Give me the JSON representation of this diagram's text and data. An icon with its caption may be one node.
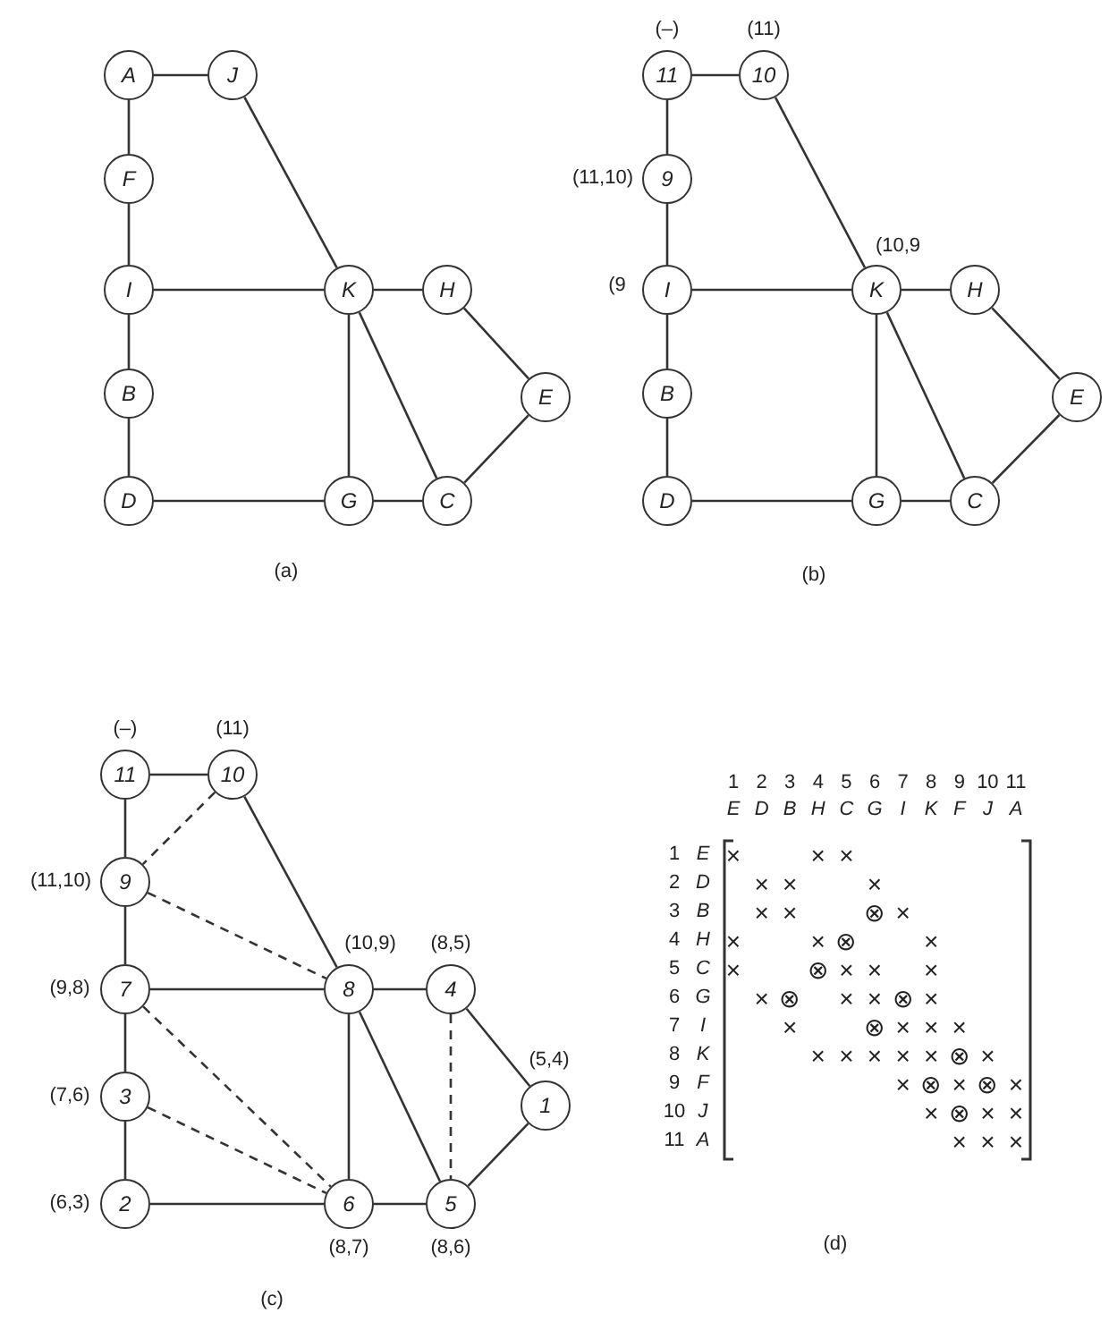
{
  "diagram": {
    "nodes": [
      {
        "text": [
          "A"
        ]
      },
      {
        "text": [
          "J"
        ]
      },
      {
        "text": [
          "F"
        ]
      },
      {
        "text": [
          "I"
        ]
      },
      {
        "text": [
          "K"
        ]
      },
      {
        "text": [
          "H"
        ]
      },
      {
        "text": [
          "B"
        ]
      },
      {
        "text": [
          "E"
        ]
      },
      {
        "text": [
          "D"
        ]
      },
      {
        "text": [
          "G"
        ]
      },
      {
        "text": [
          "C"
        ]
      },
      {
        "text": [
          "11"
        ],
        "beside": [
          "(–)"
        ]
      },
      {
        "text": [
          "10"
        ],
        "beside": [
          "(11)"
        ]
      },
      {
        "text": [
          "9"
        ],
        "beside": [
          "(11,10)"
        ]
      },
      {
        "text": [
          "I"
        ],
        "beside": [
          "(9"
        ]
      },
      {
        "text": [
          "K"
        ],
        "beside": [
          "(10,9"
        ]
      },
      {
        "text": [
          "H"
        ]
      },
      {
        "text": [
          "B"
        ]
      },
      {
        "text": [
          "E"
        ]
      },
      {
        "text": [
          "D"
        ]
      },
      {
        "text": [
          "G"
        ]
      },
      {
        "text": [
          "C"
        ]
      },
      {
        "text": [
          "11"
        ],
        "beside": [
          "(–)"
        ]
      },
      {
        "text": [
          "10"
        ],
        "beside": [
          "(11)"
        ]
      },
      {
        "text": [
          "9"
        ],
        "beside": [
          "(11,10)"
        ]
      },
      {
        "text": [
          "7"
        ],
        "beside": [
          "(9,8)"
        ]
      },
      {
        "text": [
          "8"
        ],
        "beside": [
          "(10,9)"
        ]
      },
      {
        "text": [
          "4"
        ],
        "beside": [
          "(8,5)"
        ]
      },
      {
        "text": [
          "3"
        ],
        "beside": [
          "(7,6)"
        ]
      },
      {
        "text": [
          "1"
        ],
        "beside": [
          "(5,4)"
        ]
      },
      {
        "text": [
          "2"
        ],
        "beside": [
          "(6,3)"
        ]
      },
      {
        "text": [
          "6"
        ],
        "beside": [
          "(8,7)"
        ]
      },
      {
        "text": [
          "5"
        ],
        "beside": [
          "(8,6)"
        ]
      }
    ],
    "edges": [
      {
        "from": 0,
        "to": 1,
        "arrow": "none"
      },
      {
        "from": 0,
        "to": 2,
        "arrow": "none"
      },
      {
        "from": 2,
        "to": 3,
        "arrow": "none"
      },
      {
        "from": 1,
        "to": 4,
        "arrow": "none"
      },
      {
        "from": 3,
        "to": 4,
        "arrow": "none"
      },
      {
        "from": 4,
        "to": 5,
        "arrow": "none"
      },
      {
        "from": 3,
        "to": 6,
        "arrow": "none"
      },
      {
        "from": 4,
        "to": 9,
        "arrow": "none"
      },
      {
        "from": 4,
        "to": 10,
        "arrow": "none"
      },
      {
        "from": 5,
        "to": 7,
        "arrow": "none"
      },
      {
        "from": 6,
        "to": 8,
        "arrow": "none"
      },
      {
        "from": 7,
        "to": 10,
        "arrow": "none"
      },
      {
        "from": 8,
        "to": 9,
        "arrow": "none"
      },
      {
        "from": 9,
        "to": 10,
        "arrow": "none"
      },
      {
        "from": 11,
        "to": 12,
        "arrow": "none"
      },
      {
        "from": 11,
        "to": 13,
        "arrow": "none"
      },
      {
        "from": 13,
        "to": 14,
        "arrow": "none"
      },
      {
        "from": 12,
        "to": 15,
        "arrow": "none"
      },
      {
        "from": 14,
        "to": 15,
        "arrow": "none"
      },
      {
        "from": 15,
        "to": 16,
        "arrow": "none"
      },
      {
        "from": 14,
        "to": 17,
        "arrow": "none"
      },
      {
        "from": 15,
        "to": 20,
        "arrow": "none"
      },
      {
        "from": 15,
        "to": 21,
        "arrow": "none"
      },
      {
        "from": 16,
        "to": 18,
        "arrow": "none"
      },
      {
        "from": 17,
        "to": 19,
        "arrow": "none"
      },
      {
        "from": 18,
        "to": 21,
        "arrow": "none"
      },
      {
        "from": 19,
        "to": 20,
        "arrow": "none"
      },
      {
        "from": 20,
        "to": 21,
        "arrow": "none"
      },
      {
        "from": 22,
        "to": 23,
        "arrow": "none"
      },
      {
        "from": 22,
        "to": 24,
        "arrow": "none"
      },
      {
        "from": 23,
        "to": 24,
        "arrow": "none",
        "style": "dashed"
      },
      {
        "from": 23,
        "to": 26,
        "arrow": "none"
      },
      {
        "from": 24,
        "to": 25,
        "arrow": "none"
      },
      {
        "from": 24,
        "to": 26,
        "arrow": "none",
        "style": "dashed"
      },
      {
        "from": 25,
        "to": 26,
        "arrow": "none"
      },
      {
        "from": 26,
        "to": 27,
        "arrow": "none"
      },
      {
        "from": 25,
        "to": 28,
        "arrow": "none"
      },
      {
        "from": 25,
        "to": 31,
        "arrow": "none",
        "style": "dashed"
      },
      {
        "from": 28,
        "to": 31,
        "arrow": "none",
        "style": "dashed"
      },
      {
        "from": 28,
        "to": 30,
        "arrow": "none"
      },
      {
        "from": 26,
        "to": 31,
        "arrow": "none"
      },
      {
        "from": 26,
        "to": 32,
        "arrow": "none"
      },
      {
        "from": 27,
        "to": 32,
        "arrow": "none",
        "style": "dashed"
      },
      {
        "from": 27,
        "to": 29,
        "arrow": "none"
      },
      {
        "from": 29,
        "to": 32,
        "arrow": "none"
      },
      {
        "from": 30,
        "to": 31,
        "arrow": "none"
      },
      {
        "from": 31,
        "to": 32,
        "arrow": "none"
      }
    ],
    "labels": [
      "(a)",
      "(b)",
      "(c)",
      "1",
      "2",
      "3",
      "4",
      "5",
      "6",
      "7",
      "8",
      "9",
      "10",
      "11",
      "E",
      "D",
      "B",
      "H",
      "C",
      "G",
      "I",
      "K",
      "F",
      "J",
      "A",
      "1",
      "E",
      "×",
      "×",
      "×",
      "2",
      "D",
      "×",
      "×",
      "×",
      "3",
      "B",
      "×",
      "×",
      "⊗",
      "×",
      "4",
      "H",
      "×",
      "×",
      "⊗",
      "×",
      "5",
      "C",
      "×",
      "⊗",
      "×",
      "×",
      "×",
      "6",
      "G",
      "×",
      "⊗",
      "×",
      "×",
      "⊗",
      "×",
      "7",
      "I",
      "×",
      "⊗",
      "×",
      "×",
      "×",
      "8",
      "K",
      "×",
      "×",
      "×",
      "×",
      "×",
      "⊗",
      "×",
      "9",
      "F",
      "×",
      "⊗",
      "×",
      "⊗",
      "×",
      "10",
      "J",
      "×",
      "⊗",
      "×",
      "×",
      "11",
      "A",
      "×",
      "×",
      "×",
      "(d)"
    ]
  }
}
